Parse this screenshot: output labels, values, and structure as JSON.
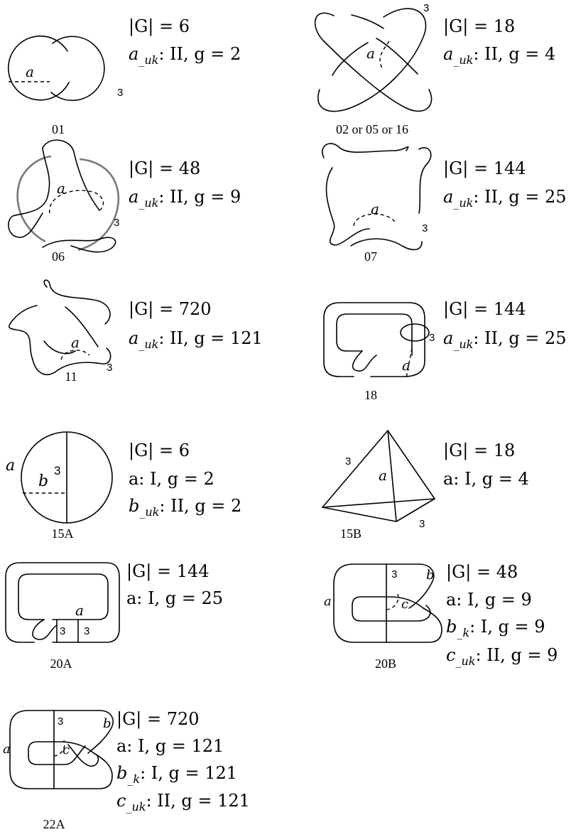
{
  "panels": [
    {
      "caption": "01",
      "labels": [
        "a",
        "3"
      ],
      "lines": [
        "|G| = 6",
        "a_uk: II, g = 2"
      ]
    },
    {
      "caption": "02 or 05 or 16",
      "labels": [
        "a",
        "3"
      ],
      "lines": [
        "|G| = 18",
        "a_uk: II, g = 4"
      ]
    },
    {
      "caption": "06",
      "labels": [
        "a",
        "3"
      ],
      "lines": [
        "|G| = 48",
        "a_uk: II, g = 9"
      ]
    },
    {
      "caption": "07",
      "labels": [
        "a",
        "3"
      ],
      "lines": [
        "|G| = 144",
        "a_uk: II, g = 25"
      ]
    },
    {
      "caption": "11",
      "labels": [
        "a",
        "3"
      ],
      "lines": [
        "|G| = 720",
        "a_uk: II, g = 121"
      ]
    },
    {
      "caption": "18",
      "labels": [
        "a",
        "3"
      ],
      "lines": [
        "|G| = 144",
        "a_uk: II, g = 25"
      ]
    },
    {
      "caption": "15A",
      "labels": [
        "a",
        "b",
        "3"
      ],
      "lines": [
        "|G| = 6",
        "a: I, g = 2",
        "b_uk: II, g = 2"
      ]
    },
    {
      "caption": "15B",
      "labels": [
        "3",
        "a",
        "3"
      ],
      "lines": [
        "|G| = 18",
        "a: I, g = 4"
      ]
    },
    {
      "caption": "20A",
      "labels": [
        "a",
        "3",
        "3"
      ],
      "lines": [
        "|G| = 144",
        "a: I, g = 25"
      ]
    },
    {
      "caption": "20B",
      "labels": [
        "a",
        "3",
        "b",
        "c"
      ],
      "lines": [
        "|G| = 48",
        "a: I, g = 9",
        "b_k: I, g = 9",
        "c_uk: II, g = 9"
      ]
    },
    {
      "caption": "22A",
      "labels": [
        "a",
        "3",
        "b",
        "c"
      ],
      "lines": [
        "|G| = 720",
        "a: I, g = 121",
        "b_k: I, g = 121",
        "c_uk: II, g = 121"
      ]
    }
  ]
}
